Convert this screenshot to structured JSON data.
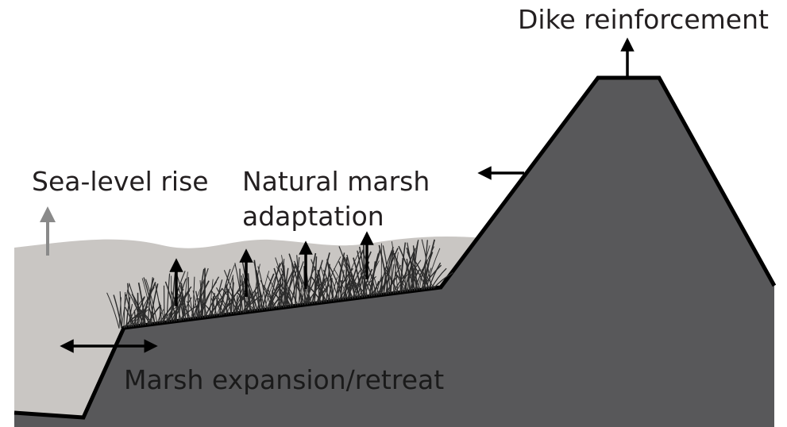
{
  "labels": {
    "dike_reinforcement": "Dike reinforcement",
    "sea_level_rise": "Sea-level rise",
    "natural_marsh_line1": "Natural marsh",
    "natural_marsh_line2": "adaptation",
    "marsh_expansion": "Marsh expansion/retreat"
  },
  "colors": {
    "water": "#c9c6c3",
    "ground": "#58585a",
    "outline": "#000000",
    "grass": "#2b2b2b",
    "arrow_dark": "#000000",
    "arrow_gray": "#8a8a8a",
    "background": "#ffffff"
  }
}
